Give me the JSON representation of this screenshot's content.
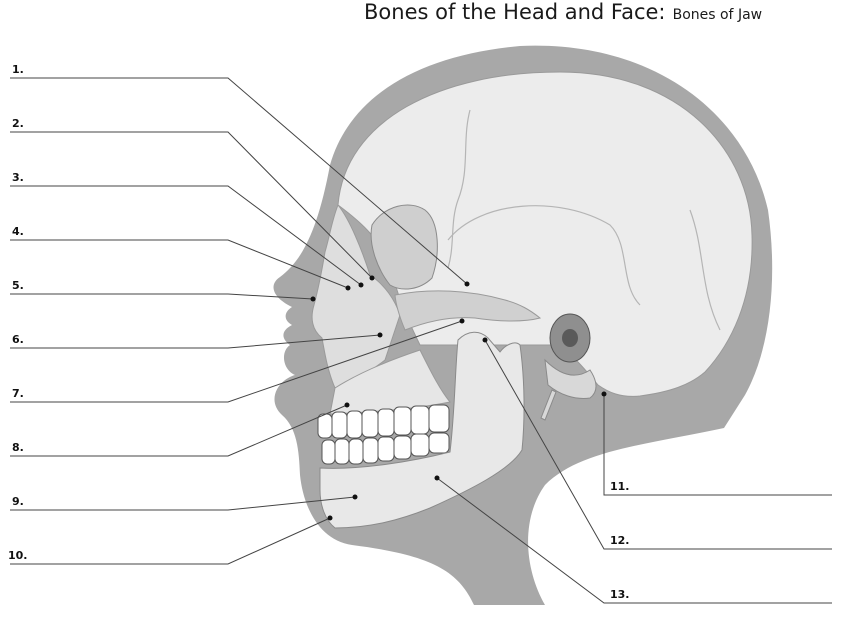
{
  "title": {
    "main": "Bones of the Head and Face:",
    "sub": "Bones of Jaw"
  },
  "labels": [
    "1.",
    "2.",
    "3.",
    "4.",
    "5.",
    "6.",
    "7.",
    "8.",
    "9.",
    "10.",
    "11.",
    "12.",
    "13."
  ],
  "colors": {
    "head_silhouette": "#a8a8a8",
    "skull_light": "#ebebeb",
    "skull_shade": "#d2d2d2",
    "line": "#444444"
  }
}
